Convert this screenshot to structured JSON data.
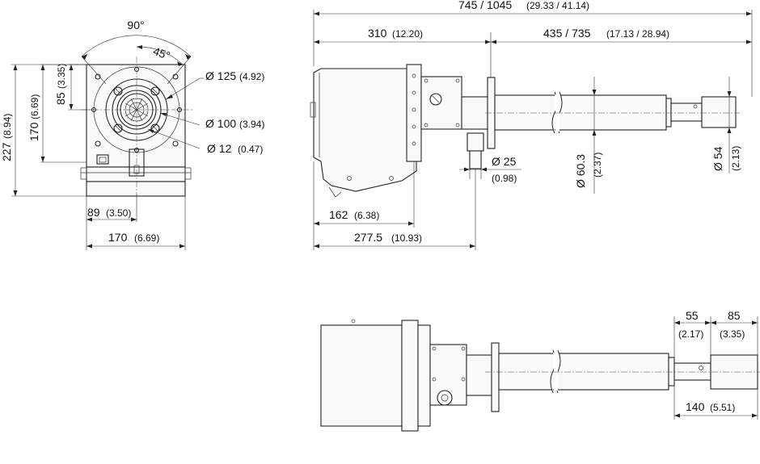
{
  "front_view": {
    "angle_outer": "90°",
    "angle_inner": "45°",
    "dia_125": "Ø 125",
    "dia_125_in": "(4.92)",
    "dia_100": "Ø 100",
    "dia_100_in": "(3.94)",
    "dia_12": "Ø 12",
    "dia_12_in": "(0.47)",
    "h_85": "85",
    "h_85_in": "(3.35)",
    "h_170": "170",
    "h_170_in": "(6.69)",
    "h_227": "227",
    "h_227_in": "(8.94)",
    "w_89": "89",
    "w_89_in": "(3.50)",
    "w_170": "170",
    "w_170_in": "(6.69)"
  },
  "side_view": {
    "total_len": "745 / 1045",
    "total_len_in": "(29.33 / 41.14)",
    "seg_310": "310",
    "seg_310_in": "(12.20)",
    "seg_435": "435 / 735",
    "seg_435_in": "(17.13 / 28.94)",
    "dia_25": "Ø 25",
    "dia_25_in": "(0.98)",
    "dia_60": "Ø 60.3",
    "dia_60_in": "(2.37)",
    "dia_54": "Ø 54",
    "dia_54_in": "(2.13)",
    "len_162": "162",
    "len_162_in": "(6.38)",
    "len_277": "277.5",
    "len_277_in": "(10.93)"
  },
  "top_view": {
    "len_55": "55",
    "len_55_in": "(2.17)",
    "len_85": "85",
    "len_85_in": "(3.35)",
    "len_140": "140",
    "len_140_in": "(5.51)"
  }
}
